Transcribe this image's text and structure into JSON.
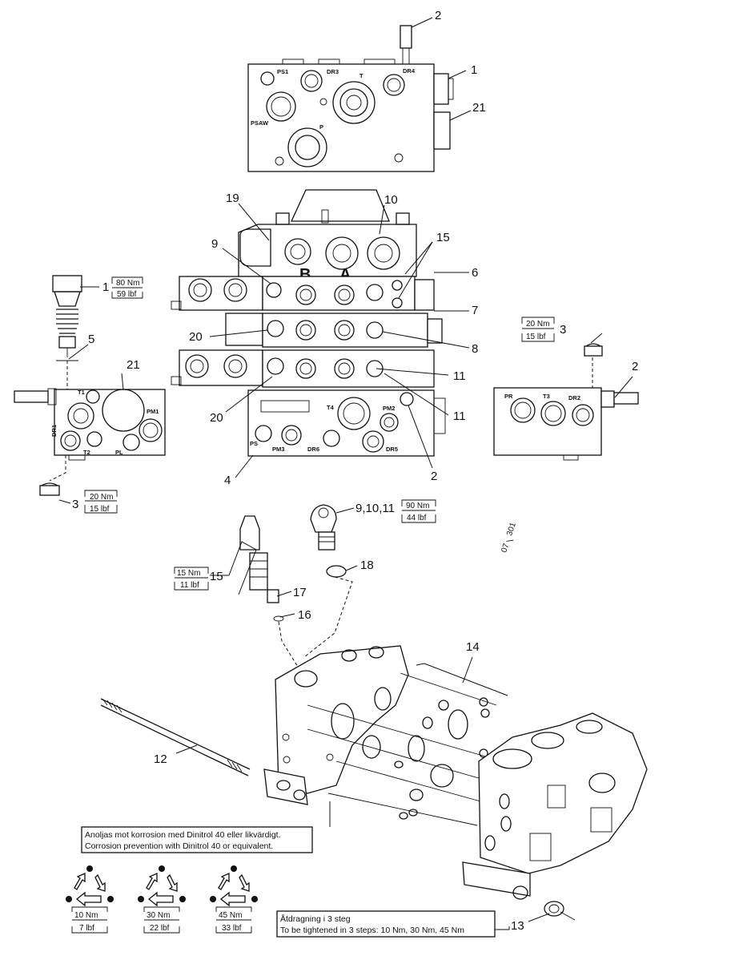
{
  "callouts": {
    "c2_top": "2",
    "c1_top": "1",
    "c21_top": "21",
    "c19": "19",
    "c10": "10",
    "c15_top": "15",
    "c9": "9",
    "c6": "6",
    "c7": "7",
    "c20_a": "20",
    "c8": "8",
    "c11_a": "11",
    "c20_b": "20",
    "c11_b": "11",
    "c4": "4",
    "c2_mid": "2",
    "c1_left": "1",
    "c5": "5",
    "c21_left": "21",
    "c3_left": "3",
    "c3_right": "3",
    "c2_right": "2",
    "c9_10_11": "9,10,11",
    "c18": "18",
    "c15_low": "15",
    "c17": "17",
    "c16": "16",
    "c14": "14",
    "c12": "12",
    "c13": "13"
  },
  "ports": {
    "top": {
      "ps1": "PS1",
      "dr3": "DR3",
      "t": "T",
      "dr4": "DR4",
      "psaw": "PSAW",
      "p": "P"
    },
    "stack": {
      "b": "B",
      "a": "A"
    },
    "lower": {
      "t4": "T4",
      "pm2a": "PM2",
      "ps": "PS",
      "pm3": "PM3",
      "dr6": "DR6",
      "dr5": "DR5"
    },
    "left": {
      "t1": "T1",
      "pm1": "PM1",
      "t2": "T2",
      "pl": "PL",
      "dr1": "DR1"
    },
    "right": {
      "pr": "PR",
      "t3": "T3",
      "dr2": "DR2"
    }
  },
  "torques": {
    "t1_nm": "80 Nm",
    "t1_lbf": "59 lbf",
    "t3l_nm": "20 Nm",
    "t3l_lbf": "15 lbf",
    "t3r_nm": "20 Nm",
    "t3r_lbf": "15 lbf",
    "t9_nm": "90 Nm",
    "t9_lbf": "44 lbf",
    "t15_nm": "15 Nm",
    "t15_lbf": "11 lbf",
    "s1_nm": "10 Nm",
    "s1_lbf": "7 lbf",
    "s2_nm": "30 Nm",
    "s2_lbf": "22 lbf",
    "s3_nm": "45 Nm",
    "s3_lbf": "33 lbf"
  },
  "notes": {
    "corrosion_sv": "Anoljas mot korrosion med Dinitrol 40 eller likvärdigt.",
    "corrosion_en": "Corrosion prevention with Dinitrol 40 or equivalent.",
    "tighten_sv": "Åtdragning i 3 steg",
    "tighten_en": "To be tightened in 3 steps: 10 Nm, 30 Nm, 45 Nm"
  },
  "ref_a": "07",
  "ref_b": "301"
}
